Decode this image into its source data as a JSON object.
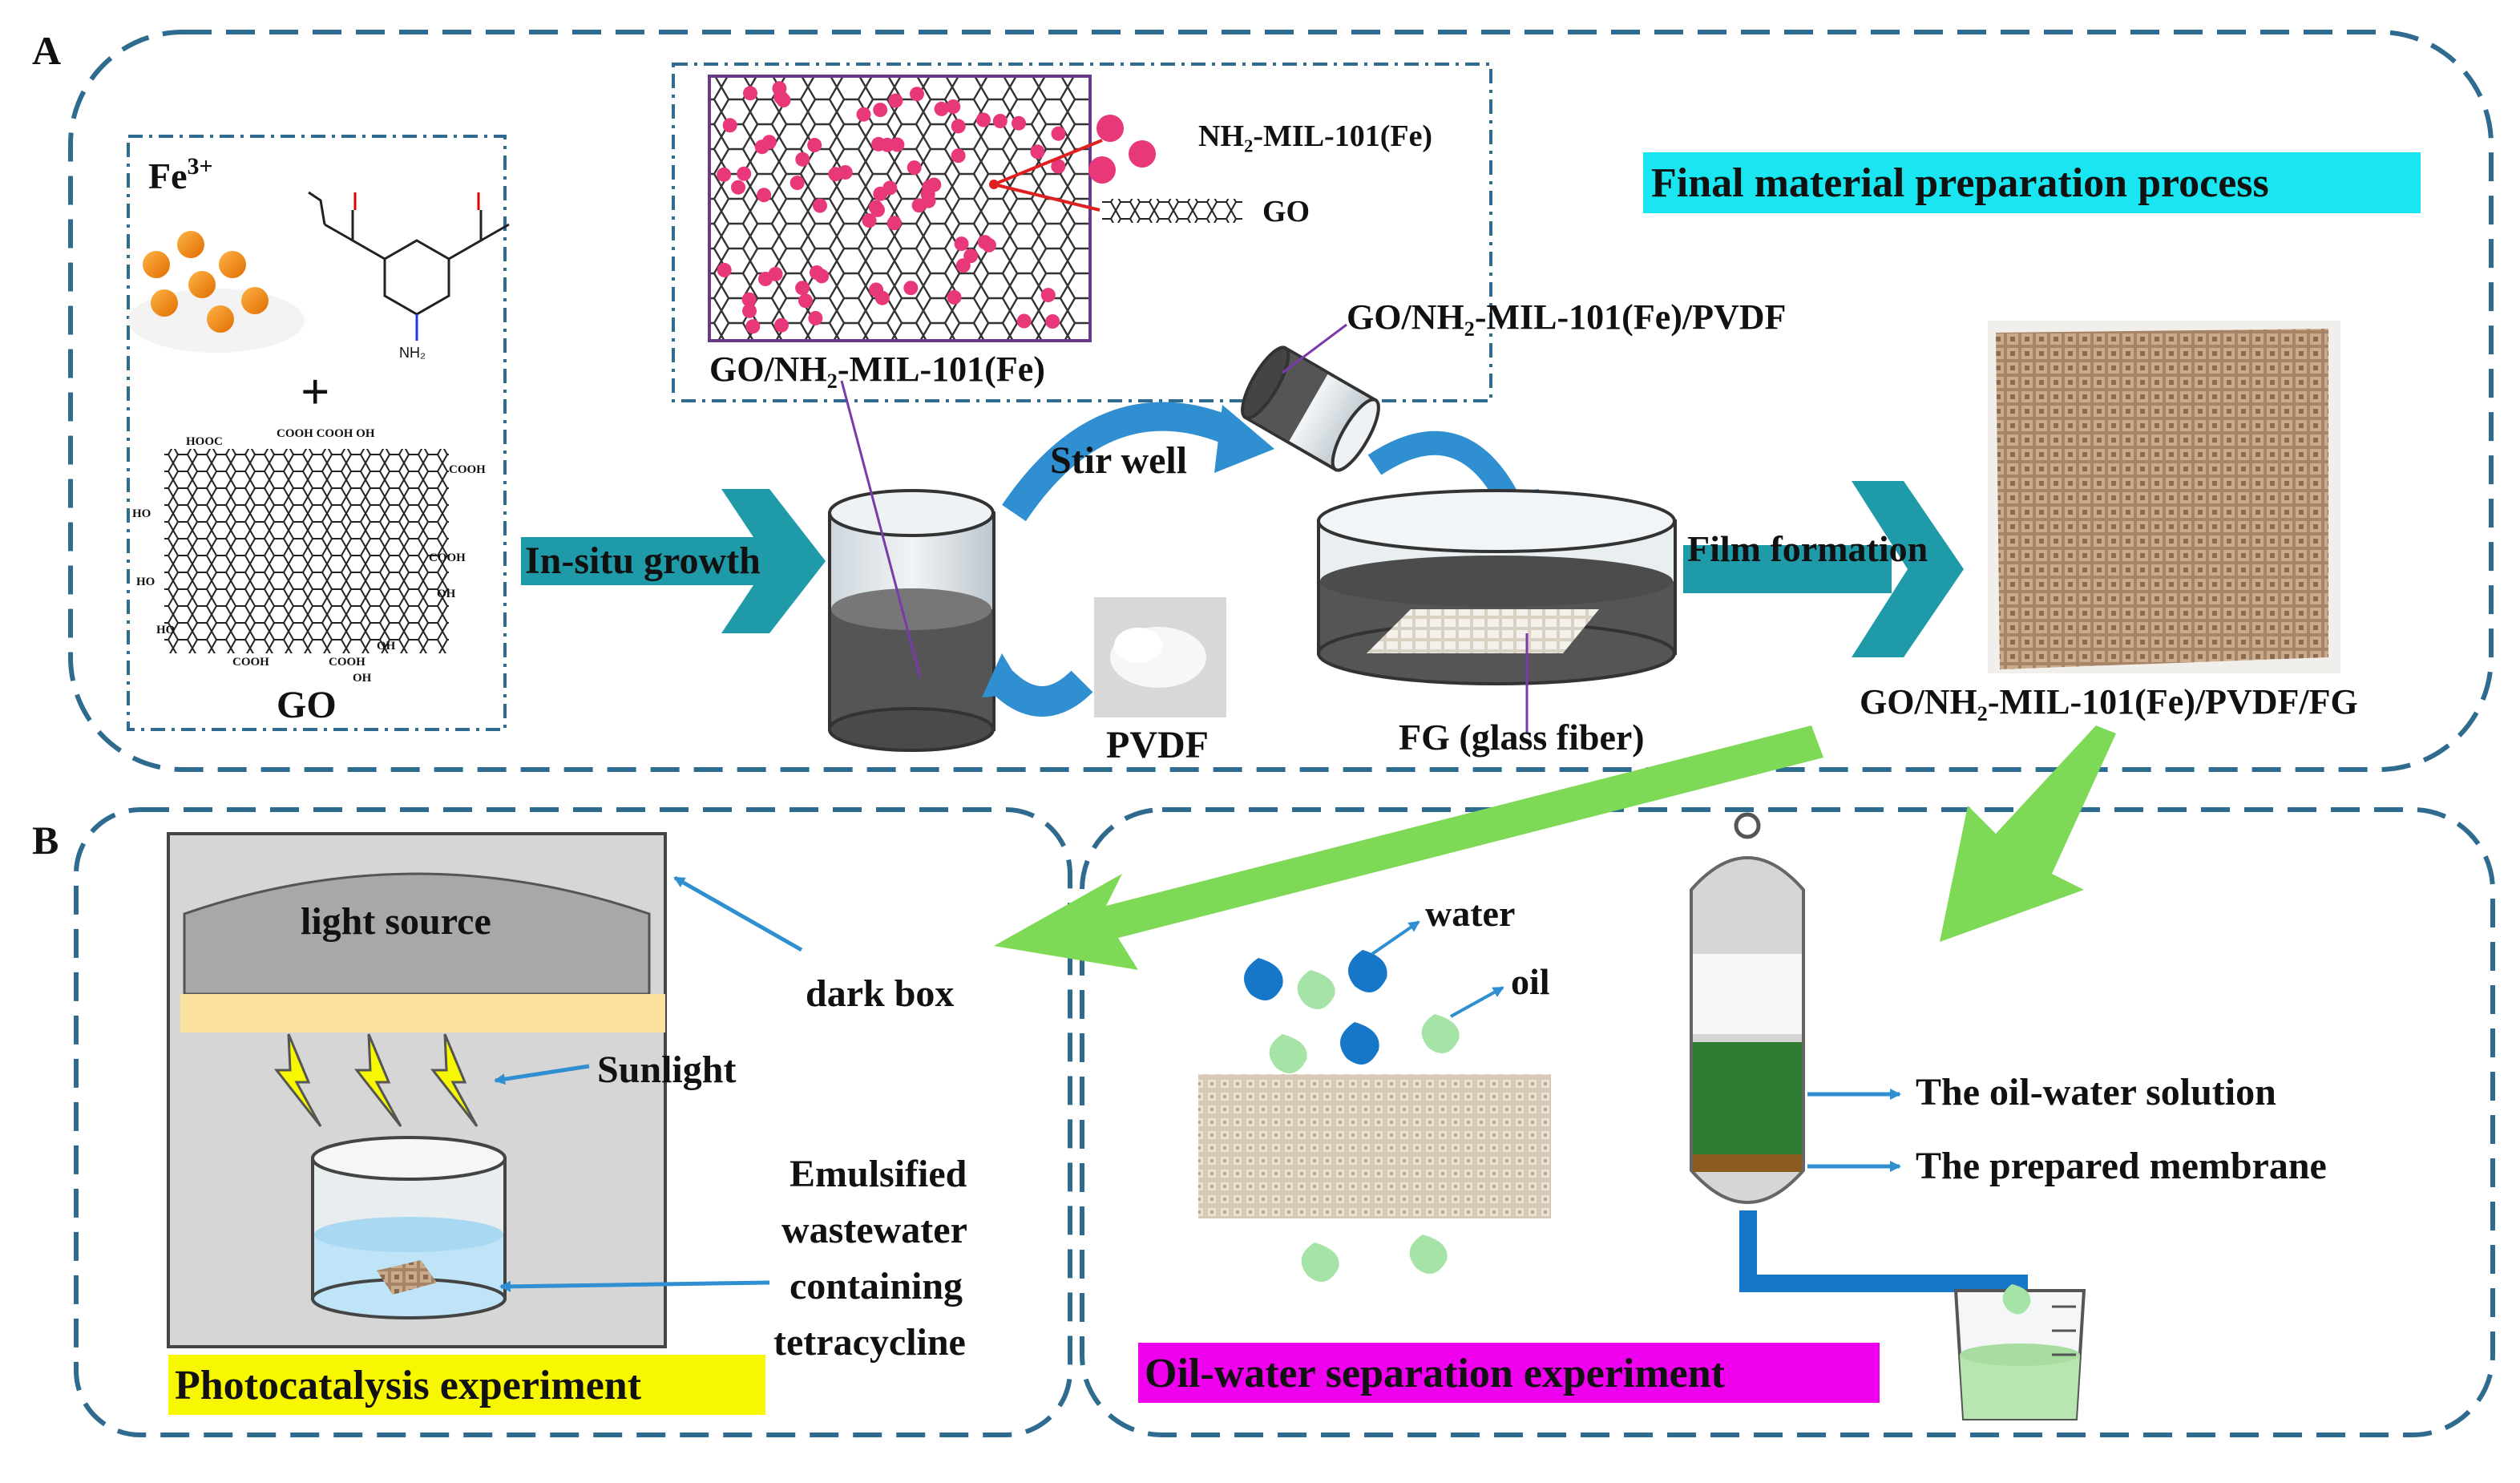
{
  "panel_a": {
    "letter": "A",
    "title": "Final material preparation process",
    "fe_label": "Fe",
    "fe_sup": "3+",
    "nh2_label": "NH₂",
    "plus": "+",
    "go_label": "GO",
    "go_chem_labels": [
      "HOOC",
      "COOH COOH OH",
      "COOH",
      "HO",
      "COOH",
      "HO",
      "OH",
      "COOH",
      "OH",
      "HO",
      "COOH",
      "OH"
    ],
    "insitu_label": "In-situ growth",
    "inset_composite_label": "GO/NH₂-MIL-101(Fe)",
    "legend_mof": "NH₂-MIL-101(Fe)",
    "legend_go": "GO",
    "stir_label": "Stir well",
    "pvdf_label": "PVDF",
    "solution_label": "GO/NH₂-MIL-101(Fe)/PVDF",
    "fg_label": "FG (glass fiber)",
    "film_label": "Film formation",
    "product_label": "GO/NH₂-MIL-101(Fe)/PVDF/FG"
  },
  "panel_b": {
    "letter": "B",
    "photo_title": "Photocatalysis experiment",
    "light_source": "light source",
    "dark_box": "dark box",
    "sunlight": "Sunlight",
    "emulsified_lines": [
      "Emulsified",
      "wastewater",
      "containing",
      "tetracycline"
    ],
    "sep_title": "Oil-water separation experiment",
    "water": "water",
    "oil": "oil",
    "oil_water_solution": "The oil-water solution",
    "prepared_membrane": "The prepared membrane"
  },
  "colors": {
    "dashed_border": "#2e6b8f",
    "teal_arrow": "#1f9aa8",
    "blue_arrow": "#2f8fd0",
    "green_arrow": "#7ed957",
    "title_cyan": "#19e6f0",
    "title_yellow": "#f7f700",
    "title_magenta": "#ee00ee",
    "orange_ball": "#f58a0b",
    "pink_particle": "#e8387a",
    "dark_solution": "#555555",
    "green_liquid": "#2e7d32",
    "membrane_brown": "#8a5a1f"
  }
}
